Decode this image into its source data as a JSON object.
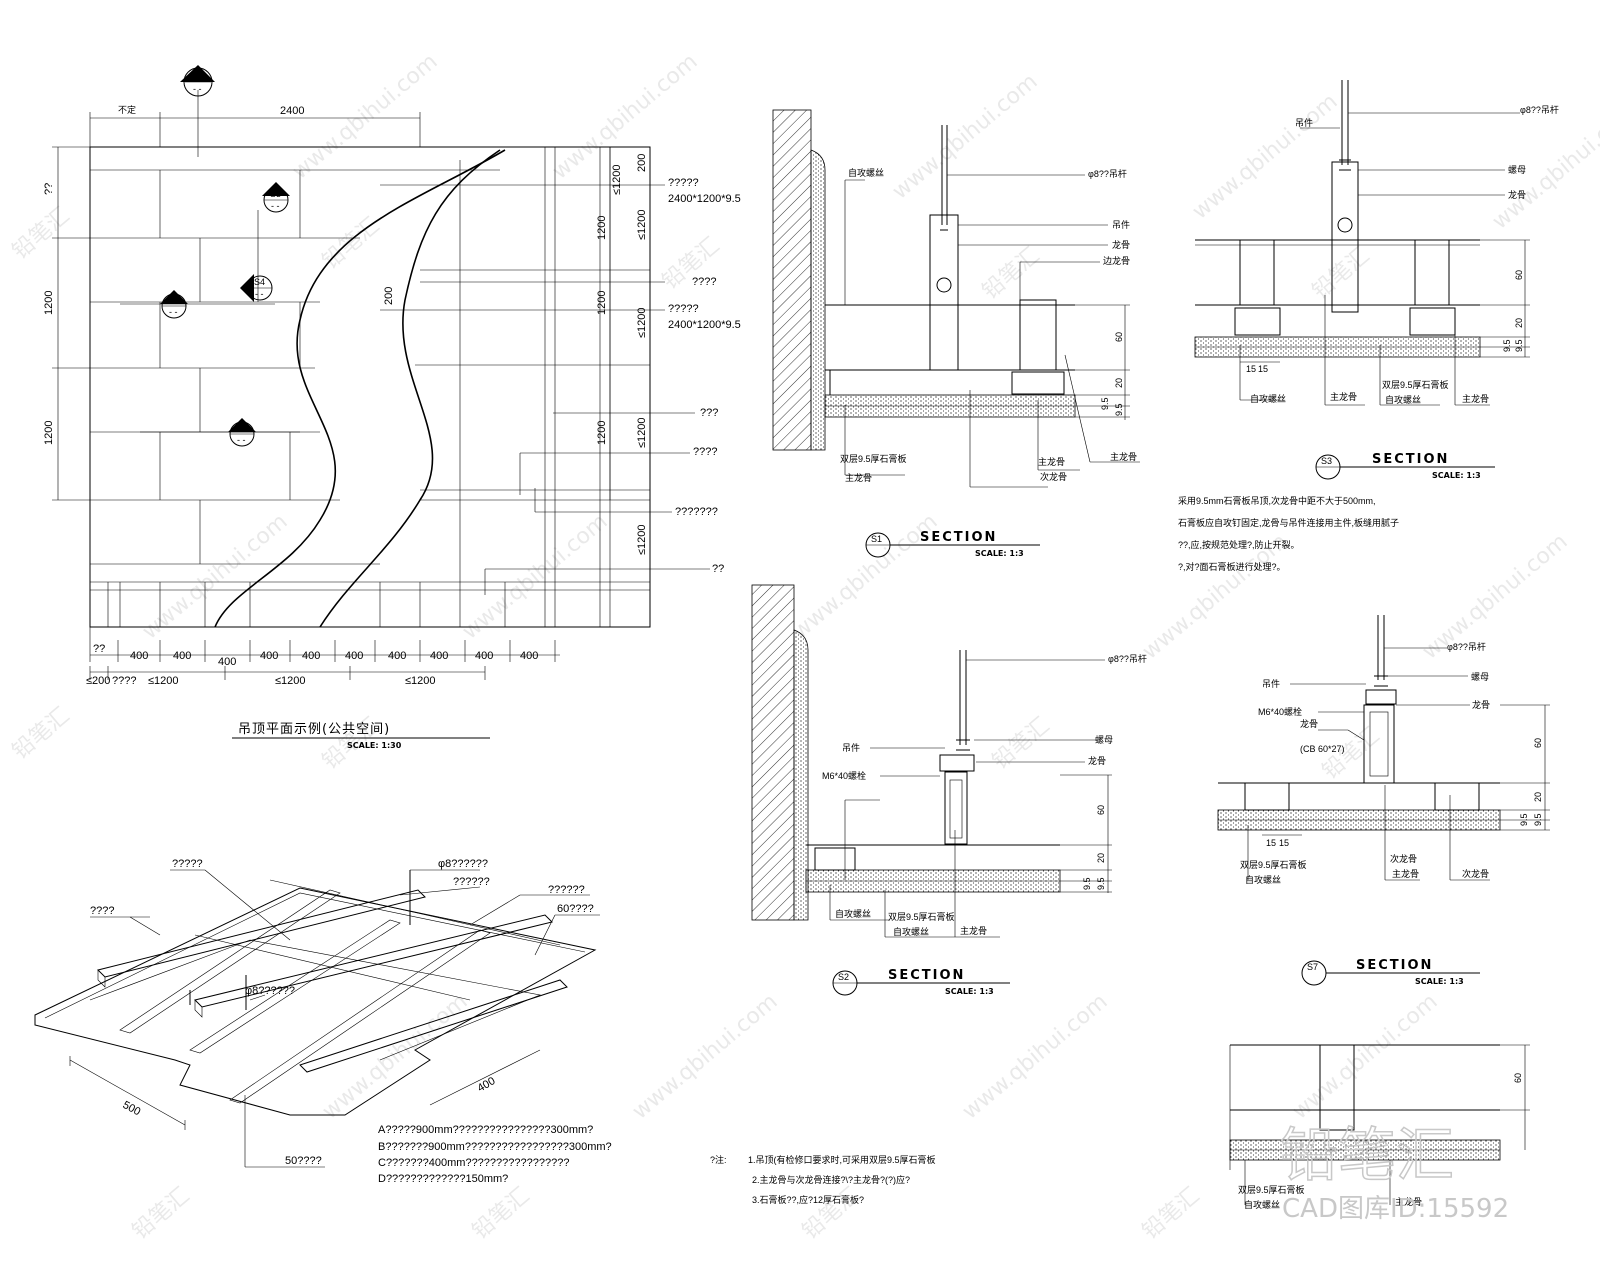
{
  "plan": {
    "title": "吊顶平面示例(公共空间)",
    "scale": "SCALE: 1:30",
    "dim_top_small": "不定",
    "dim_top": "2400",
    "dim_left_1": "??",
    "dim_left_2": "1200",
    "dim_left_3": "1200",
    "dim_right": [
      "1200",
      "≤1200",
      "≤1200",
      "1200",
      "≤1200",
      "1200",
      "≤1200",
      "≤1200"
    ],
    "dim_200_r": "200",
    "dim_200_mid": "200",
    "callouts": [
      "?????",
      "2400*1200*9.5",
      "????",
      "?????",
      "2400*1200*9.5",
      "???",
      "????",
      "???????",
      "??"
    ],
    "dim_bottom_1": [
      "??",
      "400",
      "400",
      "400",
      "400",
      "400",
      "400",
      "400",
      "400",
      "400",
      "400"
    ],
    "dim_bottom_2": [
      "≤200",
      "????",
      "≤1200",
      "≤1200",
      "≤1200"
    ],
    "markers": [
      "S7",
      "S3",
      "S4",
      "S1",
      "S2"
    ],
    "marker_sub": "- -"
  },
  "iso": {
    "labels": [
      "?????",
      "????",
      "φ8??????",
      "??????",
      "??????",
      "60????",
      "φ8??????",
      "500",
      "400",
      "50????"
    ],
    "notes": [
      "A?????900mm????????????????300mm?",
      "B???????900mm?????????????????300mm?",
      "C???????400mm?????????????????",
      "D?????????????150mm?"
    ]
  },
  "s1": {
    "title": "SECTION",
    "scale": "SCALE: 1:3",
    "marker": "S1",
    "labels": [
      "φ8??吊杆",
      "吊件",
      "龙骨",
      "边龙骨",
      "双层9.5厚石膏板",
      "自攻螺丝",
      "主龙骨",
      "次龙骨",
      "主龙骨"
    ],
    "dims": [
      "60",
      "20",
      "9.5",
      "9.5"
    ]
  },
  "s2": {
    "title": "SECTION",
    "scale": "SCALE: 1:3",
    "marker": "S2",
    "labels": [
      "φ8??吊杆",
      "螺母",
      "吊件",
      "M6*40螺栓",
      "龙骨",
      "自攻螺丝",
      "双层9.5厚石膏板",
      "自攻螺丝",
      "主龙骨"
    ],
    "dims": [
      "60",
      "20",
      "9.5",
      "9.5"
    ]
  },
  "s3": {
    "title": "SECTION",
    "scale": "SCALE: 1:3",
    "marker": "S3",
    "labels": [
      "φ8??吊杆",
      "吊件",
      "龙骨",
      "螺母",
      "自攻螺丝",
      "主龙骨",
      "双层9.5厚石膏板",
      "自攻螺丝",
      "主龙骨"
    ],
    "dims": [
      "60",
      "20",
      "9.5",
      "9.5",
      "15",
      "15"
    ],
    "notes": [
      "采用9.5mm石膏板吊顶,次龙骨中距不大于500mm,",
      "石膏板应自攻钉固定,龙骨与吊件连接用主件,板缝用腻子",
      "??,应,按规范处理?,防止开裂。",
      "?,对?面石膏板进行处理?。"
    ]
  },
  "s7": {
    "title": "SECTION",
    "scale": "SCALE: 1:3",
    "marker": "S7",
    "labels": [
      "φ8??吊杆",
      "螺母",
      "吊件",
      "M6*40螺栓",
      "龙骨",
      "(CB 60*27)",
      "双层9.5厚石膏板",
      "自攻螺丝",
      "次龙骨",
      "主龙骨"
    ],
    "dims": [
      "60",
      "20",
      "9.5",
      "9.5",
      "15",
      "15"
    ]
  },
  "s8": {
    "labels": [
      "双层9.5厚石膏板",
      "自攻螺丝",
      "主龙骨"
    ],
    "dims": [
      "60"
    ]
  },
  "general_note": {
    "label": "?注:",
    "lines": [
      "1.吊顶(有检修口要求时,可采用双层9.5厚石膏板",
      "2.主龙骨与次龙骨连接?\\?主龙骨?(?)应?",
      "3.石膏板??,应?12厚石膏板?"
    ]
  },
  "watermark": {
    "site": "www.qbihui.com",
    "brand": "铅笔汇",
    "cad_id": "CAD图库ID:15592"
  }
}
